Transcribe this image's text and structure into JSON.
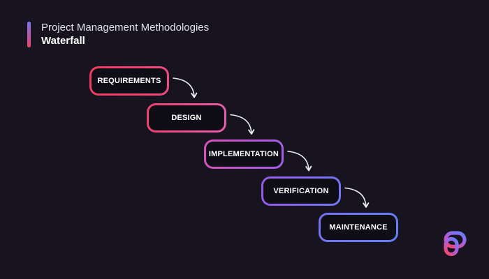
{
  "header": {
    "title": "Project Management Methodologies",
    "subtitle": "Waterfall",
    "accent_bar": {
      "from": "#7B74F2",
      "to": "#EE4367",
      "angle": "180deg"
    }
  },
  "diagram": {
    "stages": [
      {
        "label": "REQUIREMENTS",
        "border": {
          "from": "#F13A5F",
          "to": "#F14B82",
          "angle": "100deg"
        }
      },
      {
        "label": "DESIGN",
        "border": {
          "from": "#EF416D",
          "to": "#E95CAE",
          "angle": "100deg"
        }
      },
      {
        "label": "IMPLEMENTATION",
        "border": {
          "from": "#D852B6",
          "to": "#9E5FE8",
          "angle": "100deg"
        }
      },
      {
        "label": "VERIFICATION",
        "border": {
          "from": "#9859E2",
          "to": "#7277F4",
          "angle": "100deg"
        }
      },
      {
        "label": "MAINTENANCE",
        "border": {
          "from": "#7770F1",
          "to": "#647EF5",
          "angle": "100deg"
        }
      }
    ],
    "arrow_color": "#E9E9EE"
  },
  "logo": {
    "gradient": {
      "from": "#6A7BF5",
      "mid": "#A95FE3",
      "to": "#F2476E"
    }
  },
  "colors": {
    "background": "#17141F",
    "box_fill": "#0F0D15",
    "label_text": "#FFFFFF",
    "title_text": "#E2E0E7"
  }
}
